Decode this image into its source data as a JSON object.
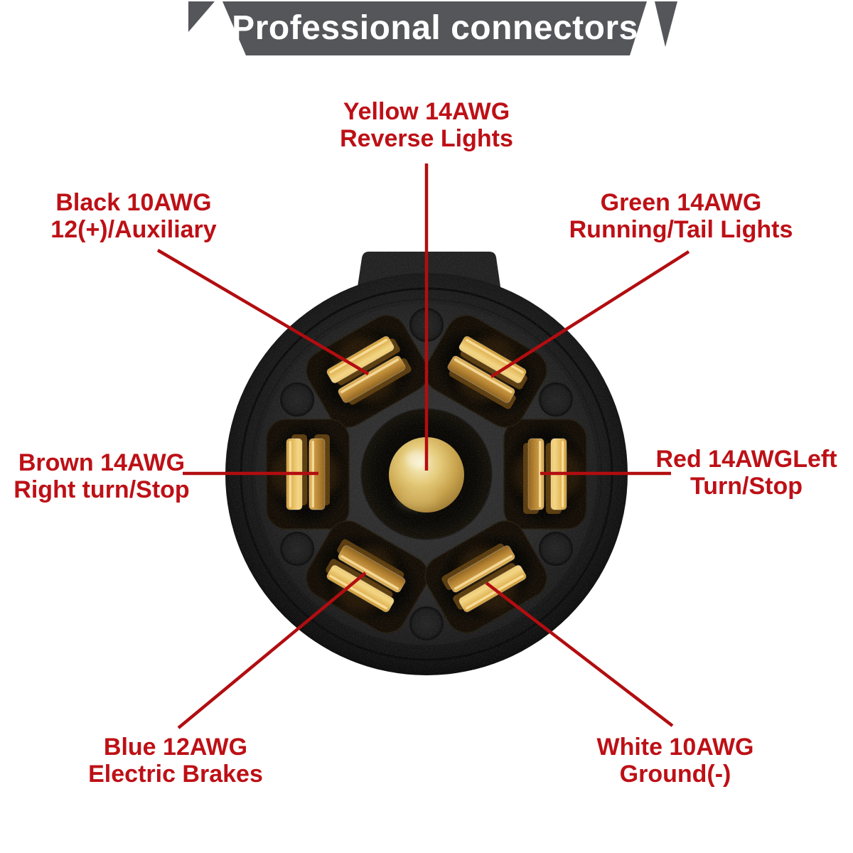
{
  "banner": {
    "title": "Professional connectors",
    "background_color": "#55565a",
    "text_color": "#ffffff"
  },
  "connector": {
    "name": "7-way round pin trailer connector face",
    "body_color": "#1d1d1d",
    "slot_color": "#0a0806",
    "pin_gold_color": "#d9a94e",
    "center_pin_color": "#cfae58",
    "pin_layout": "6 blade-pin slots in a hexagon around 1 round center pin, key tab at top"
  },
  "labels": [
    {
      "wire": "Yellow 14AWG",
      "function": "Reverse Lights",
      "pin_position": "center"
    },
    {
      "wire": "Black 10AWG",
      "function": "12(+)/Auxiliary",
      "pin_position": "upper-left"
    },
    {
      "wire": "Green 14AWG",
      "function": "Running/Tail Lights",
      "pin_position": "upper-right"
    },
    {
      "wire": "Brown 14AWG",
      "function": "Right turn/Stop",
      "pin_position": "left"
    },
    {
      "wire": "Red 14AWGLeft",
      "function": "Turn/Stop",
      "pin_position": "right"
    },
    {
      "wire": "Blue 12AWG",
      "function": "Electric Brakes",
      "pin_position": "lower-left"
    },
    {
      "wire": "White 10AWG",
      "function": "Ground(-)",
      "pin_position": "lower-right"
    }
  ],
  "label_text_color": "#bd1016",
  "leader_line_color": "#b20d10"
}
